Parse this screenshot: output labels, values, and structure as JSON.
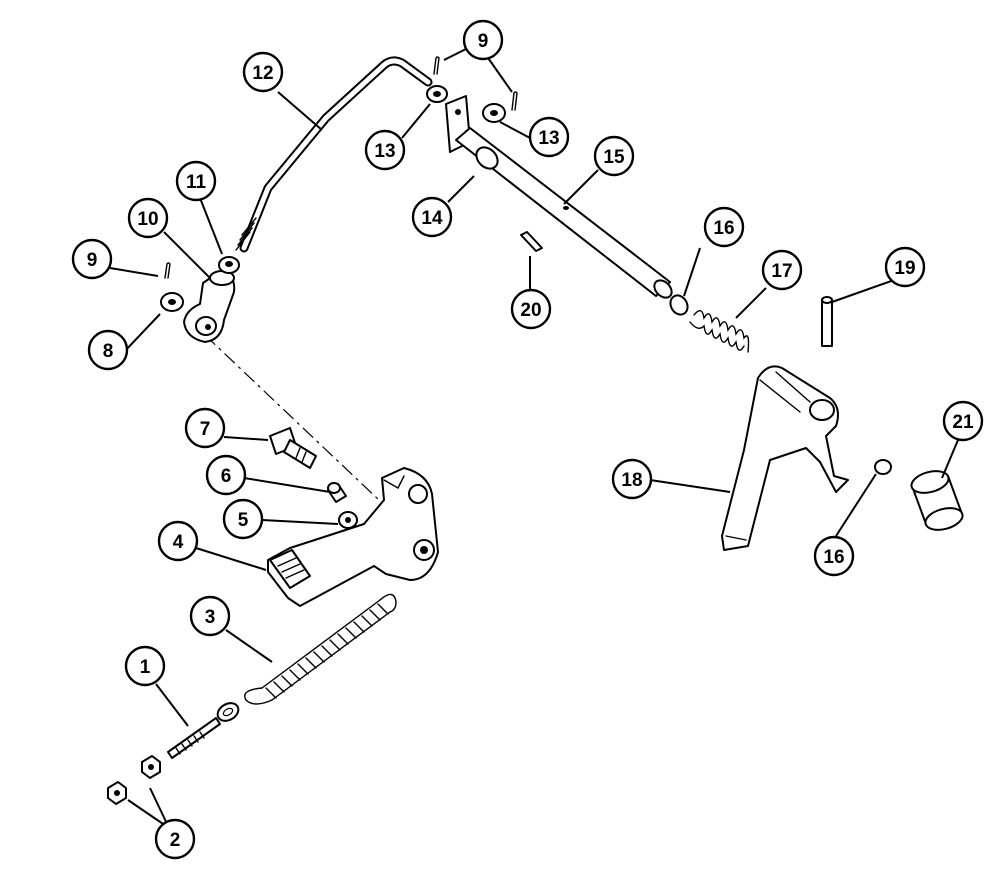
{
  "diagram": {
    "colors": {
      "ink": "#000000",
      "paper": "#ffffff"
    },
    "callouts": [
      {
        "label": "1"
      },
      {
        "label": "2"
      },
      {
        "label": "3"
      },
      {
        "label": "4"
      },
      {
        "label": "5"
      },
      {
        "label": "6"
      },
      {
        "label": "7"
      },
      {
        "label": "8"
      },
      {
        "label": "9"
      },
      {
        "label": "9"
      },
      {
        "label": "10"
      },
      {
        "label": "11"
      },
      {
        "label": "12"
      },
      {
        "label": "13"
      },
      {
        "label": "13"
      },
      {
        "label": "14"
      },
      {
        "label": "15"
      },
      {
        "label": "16"
      },
      {
        "label": "16"
      },
      {
        "label": "17"
      },
      {
        "label": "18"
      },
      {
        "label": "19"
      },
      {
        "label": "20"
      },
      {
        "label": "21"
      }
    ],
    "parts": [
      {
        "icon": "eye-bolt-icon"
      },
      {
        "icon": "hex-nut-icon"
      },
      {
        "icon": "tension-spring-icon"
      },
      {
        "icon": "pedal-lever-icon"
      },
      {
        "icon": "small-nut-icon"
      },
      {
        "icon": "set-screw-icon"
      },
      {
        "icon": "bolt-icon"
      },
      {
        "icon": "washer-icon"
      },
      {
        "icon": "cotter-pin-icon"
      },
      {
        "icon": "crank-arm-icon"
      },
      {
        "icon": "lock-nut-icon"
      },
      {
        "icon": "shift-rod-icon"
      },
      {
        "icon": "flat-washer-icon"
      },
      {
        "icon": "bracket-icon"
      },
      {
        "icon": "shaft-icon"
      },
      {
        "icon": "snap-ring-icon"
      },
      {
        "icon": "compression-spring-icon"
      },
      {
        "icon": "shift-fork-icon"
      },
      {
        "icon": "pin-icon"
      },
      {
        "icon": "roll-pin-icon"
      },
      {
        "icon": "bushing-icon"
      }
    ]
  }
}
